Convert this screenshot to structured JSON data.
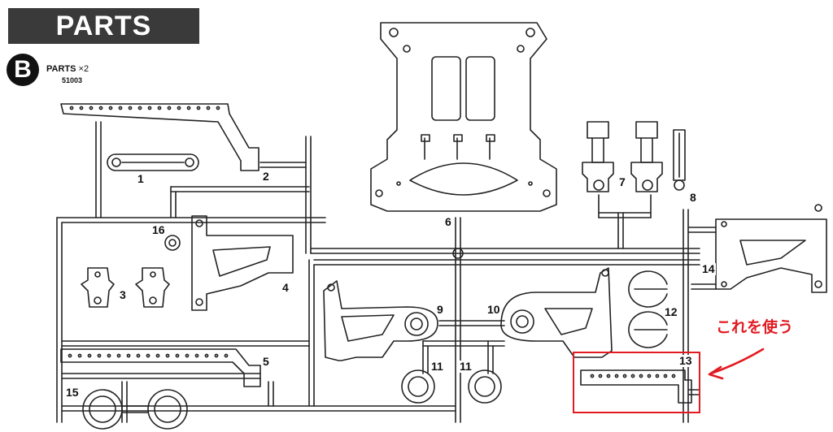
{
  "header": {
    "title": "PARTS"
  },
  "sprue": {
    "letter": "B",
    "label": "PARTS",
    "multiplier": "×2",
    "code": "51003"
  },
  "parts": [
    {
      "id": "1",
      "label": "1"
    },
    {
      "id": "2",
      "label": "2"
    },
    {
      "id": "3",
      "label": "3"
    },
    {
      "id": "4",
      "label": "4"
    },
    {
      "id": "5",
      "label": "5"
    },
    {
      "id": "6",
      "label": "6"
    },
    {
      "id": "7",
      "label": "7"
    },
    {
      "id": "8",
      "label": "8"
    },
    {
      "id": "9",
      "label": "9"
    },
    {
      "id": "10",
      "label": "10"
    },
    {
      "id": "11a",
      "label": "11"
    },
    {
      "id": "11b",
      "label": "11"
    },
    {
      "id": "12",
      "label": "12"
    },
    {
      "id": "13",
      "label": "13"
    },
    {
      "id": "14",
      "label": "14"
    },
    {
      "id": "15",
      "label": "15"
    },
    {
      "id": "16",
      "label": "16"
    }
  ],
  "annotation": {
    "text": "これを使う",
    "color": "#e11b22",
    "target_part": "13"
  }
}
